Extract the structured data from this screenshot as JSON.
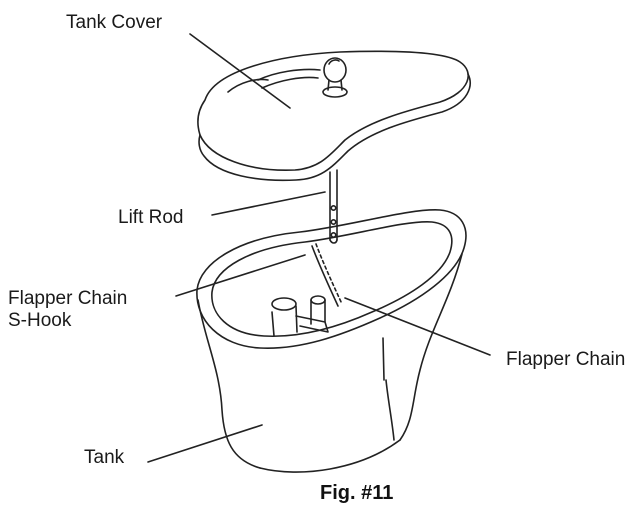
{
  "labels": {
    "tank_cover": "Tank Cover",
    "lift_rod": "Lift Rod",
    "flapper_chain_s_hook_line1": "Flapper Chain",
    "flapper_chain_s_hook_line2": "S-Hook",
    "flapper_chain": "Flapper Chain",
    "tank": "Tank"
  },
  "caption": "Fig. #11"
}
